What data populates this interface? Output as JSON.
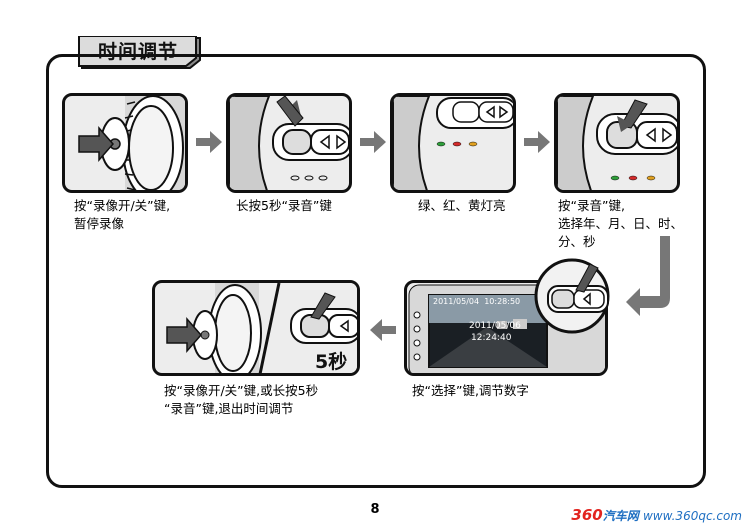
{
  "section": {
    "title": "时间调节"
  },
  "steps": [
    {
      "caption_lines": [
        "按“录像开/关”键,",
        "暂停录像"
      ]
    },
    {
      "caption_lines": [
        "长按5秒“录音”键"
      ]
    },
    {
      "caption_lines": [
        "绿、红、黄灯亮"
      ]
    },
    {
      "caption_lines": [
        "按“录音”键,",
        "选择年、月、日、时、",
        "分、秒"
      ]
    },
    {
      "caption_lines": [
        "按“选择”键,调节数字"
      ]
    },
    {
      "caption_lines": [
        "按“录像开/关”键,或长按5秒",
        "“录音”键,退出时间调节"
      ],
      "badge": "5秒"
    }
  ],
  "screen": {
    "datetime": "2011/05/04  10:28:50",
    "date_line": "2011/05/06",
    "time_line": "12:24:40"
  },
  "colors": {
    "led_green": "#2e9e3a",
    "led_red": "#d42a2a",
    "led_yellow": "#e0a020"
  },
  "page_number": "8",
  "watermark": {
    "brand_num": "360",
    "brand_text": "汽车网",
    "url": "www.360qc.com"
  }
}
